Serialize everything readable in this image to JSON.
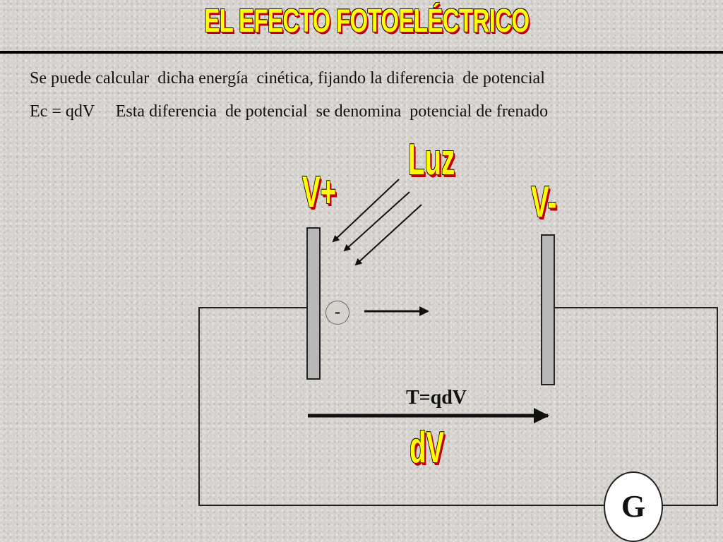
{
  "slide": {
    "title": "EL EFECTO FOTOELÉCTRICO",
    "text_line_1": "Se puede calcular  dicha energía  cinética, fijando la diferencia  de potencial",
    "text_line_2": "Ec = qdV     Esta diferencia  de potencial  se denomina  potencial de frenado"
  },
  "diagram": {
    "light_label": "Luz",
    "positive_plate_label": "V+",
    "negative_plate_label": "V-",
    "electron_symbol": "-",
    "energy_formula": "T=qdV",
    "voltage_label": "dV",
    "galvanometer_label": "G"
  },
  "colors": {
    "label_fill": "#ffff00",
    "label_shadow": "#c00000",
    "plate_fill": "#b8b8b8"
  }
}
